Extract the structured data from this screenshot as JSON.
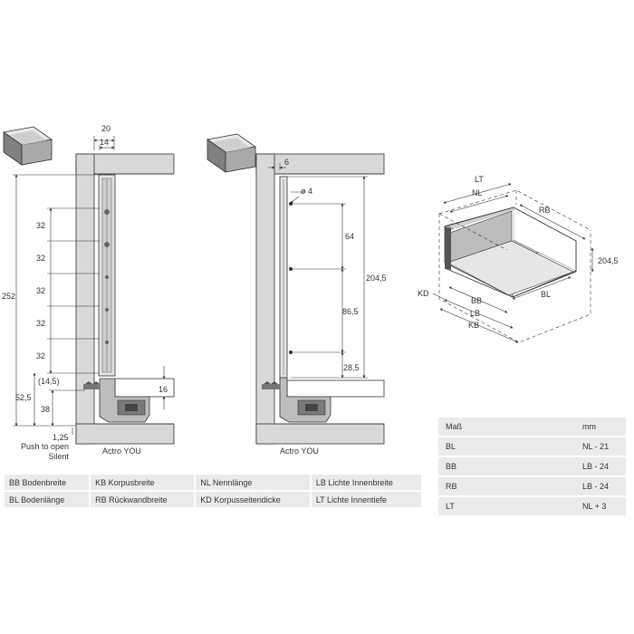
{
  "left_view": {
    "top_dims": [
      "20",
      "14"
    ],
    "spacing_labels": [
      "32",
      "32",
      "32",
      "32",
      "32"
    ],
    "total_height": "252",
    "lower_dims": [
      "(14,5)",
      "52,5",
      "38"
    ],
    "right_dim": "16",
    "bottom_dim": "1,25",
    "push_label_1": "Push to open",
    "push_label_2": "Silent",
    "caption": "Actro YOU"
  },
  "middle_view": {
    "top_dim": "6",
    "hole_dim": "ø 4",
    "dims": [
      "64",
      "86,5",
      "28,5"
    ],
    "total_height": "204,5",
    "caption": "Actro YOU"
  },
  "iso_view": {
    "labels": {
      "lt": "LT",
      "nl": "NL",
      "rb": "RB",
      "height": "204,5",
      "kd": "KD",
      "bb": "BB",
      "lb": "LB",
      "kb": "KB",
      "bl": "BL"
    }
  },
  "legend": {
    "rows": [
      [
        "BB Bodenbreite",
        "KB Korpusbreite",
        "NL Nennlänge",
        "LB Lichte Innenbreite"
      ],
      [
        "BL Bodenlänge",
        "RB Rückwandbreite",
        "KD Korpusseitendicke",
        "LT Lichte Innentiefe"
      ]
    ]
  },
  "spec_table": {
    "header": [
      "Maß",
      "mm"
    ],
    "rows": [
      [
        "BL",
        "NL - 21"
      ],
      [
        "BB",
        "LB - 24"
      ],
      [
        "RB",
        "LB - 24"
      ],
      [
        "LT",
        "NL + 3"
      ]
    ]
  }
}
